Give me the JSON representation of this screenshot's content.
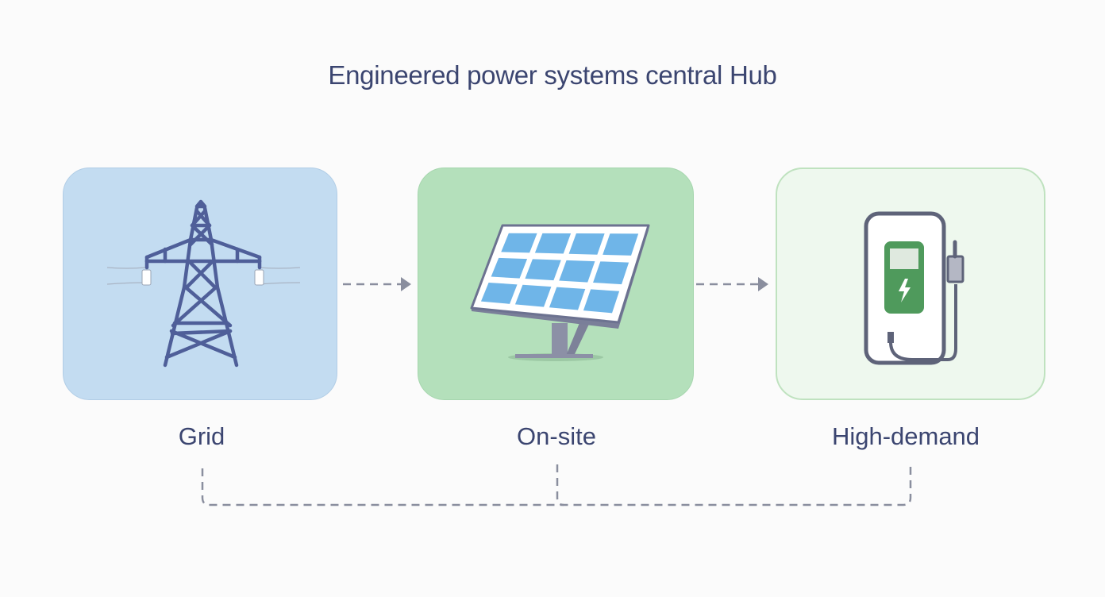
{
  "title": "Engineered power systems central Hub",
  "nodes": [
    {
      "id": "grid",
      "label": "Grid",
      "icon": "transmission-tower-icon",
      "color": "#c3dcf1"
    },
    {
      "id": "onsite",
      "label": "On-site",
      "icon": "solar-panel-icon",
      "color": "#b4e0bb"
    },
    {
      "id": "demand",
      "label": "High-demand",
      "icon": "ev-charger-icon",
      "color": "#eef8ee"
    }
  ],
  "edges": [
    {
      "from": "grid",
      "to": "onsite",
      "style": "dashed-arrow"
    },
    {
      "from": "onsite",
      "to": "demand",
      "style": "dashed-arrow"
    },
    {
      "from": "grid",
      "to": "demand",
      "via": "onsite",
      "style": "dashed-bracket"
    }
  ],
  "colors": {
    "text": "#3b4570",
    "icon_stroke": "#4f5f99",
    "connector": "#8a8e9e",
    "panel_cell": "#6fb5e8",
    "charger_screen": "#4f9a5c"
  }
}
